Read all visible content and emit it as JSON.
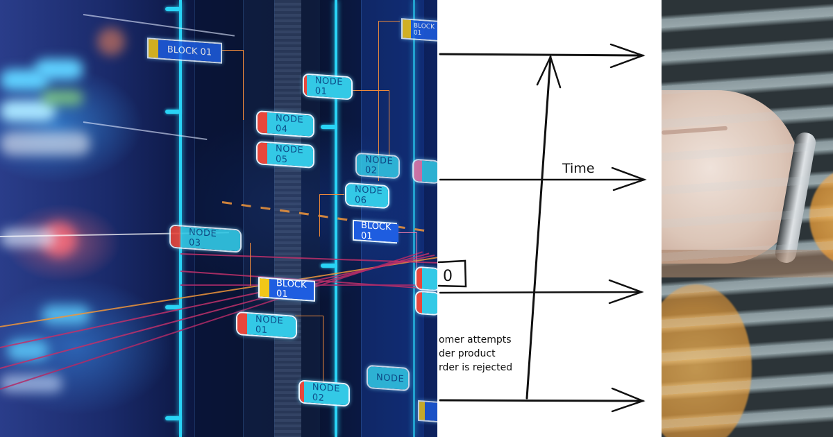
{
  "collage": {
    "left_panel": {
      "description": "Blockchain network nodes over server racks illustration",
      "nodes": [
        {
          "id": "block-top-left",
          "type": "block",
          "label": "BLOCK 01"
        },
        {
          "id": "node-01-top",
          "type": "node",
          "label": "NODE 01"
        },
        {
          "id": "node-04",
          "type": "node",
          "label": "NODE 04"
        },
        {
          "id": "node-05",
          "type": "node",
          "label": "NODE 05"
        },
        {
          "id": "node-02-right",
          "type": "node",
          "label": "NODE 02"
        },
        {
          "id": "node-06",
          "type": "node",
          "label": "NODE 06"
        },
        {
          "id": "node-03",
          "type": "node",
          "label": "NODE 03"
        },
        {
          "id": "block-mid-right",
          "type": "block",
          "label": "BLOCK 01"
        },
        {
          "id": "block-center",
          "type": "block",
          "label": "BLOCK 01"
        },
        {
          "id": "node-01-bottom",
          "type": "node",
          "label": "NODE 01"
        },
        {
          "id": "node-02-bottom",
          "type": "node",
          "label": "NODE 02"
        },
        {
          "id": "node-partial",
          "type": "node",
          "label": "NODE"
        },
        {
          "id": "block-top-right",
          "type": "block",
          "label": "BLOCK 01"
        }
      ],
      "colors": {
        "node_fill": "#33c9e6",
        "node_cap": "#e8473c",
        "block_fill": "#1e5de0",
        "block_cap": "#f2c718",
        "guide_line": "#29d3f5",
        "wire": "#f08a3a"
      }
    },
    "middle_panel": {
      "description": "Hand-drawn timeline diagram",
      "time_label": "Time",
      "box_label": "0",
      "note_lines": [
        "omer attempts",
        "der product",
        "rder is rejected"
      ],
      "arrows": 4,
      "stroke_color": "#111111"
    },
    "right_panel": {
      "description": "Blurred photo of a wrist with striped sleeve and orange bokeh",
      "colors": {
        "stripe_dark": "#2c3438",
        "stripe_light": "#8e9ea2",
        "skin": "#d9c2b4",
        "bokeh": "#f5a53c"
      }
    }
  }
}
